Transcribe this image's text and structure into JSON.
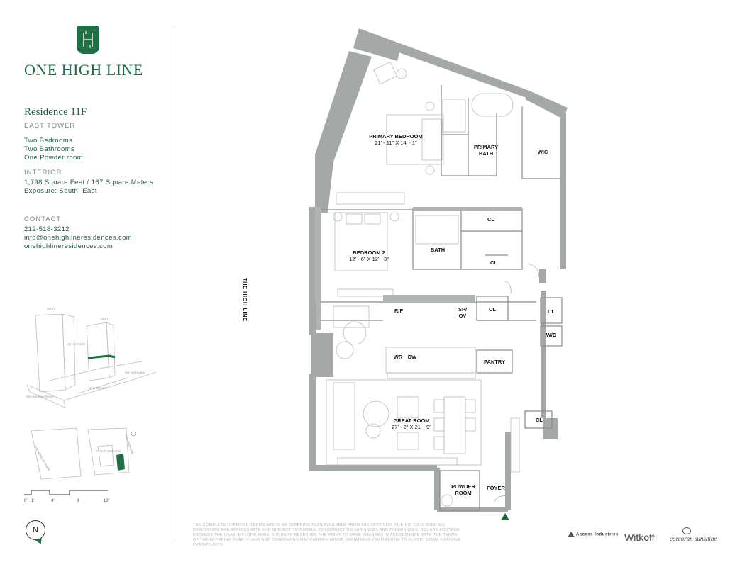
{
  "brand": {
    "logo_letters": "1H1",
    "name": "ONE HIGH LINE"
  },
  "residence": {
    "title": "Residence 11F",
    "tower": "EAST TOWER",
    "rooms_summary": [
      "Two Bedrooms",
      "Two Bathrooms",
      "One Powder room"
    ]
  },
  "interior": {
    "heading": "INTERIOR",
    "area": "1,798 Square Feet / 167 Square Meters",
    "exposure": "Exposure: South, East"
  },
  "contact": {
    "heading": "CONTACT",
    "phone": "212-518-3212",
    "email": "info@onehighlineresidences.com",
    "website": "onehighlineresidences.com"
  },
  "axon_labels": {
    "west": "WEST",
    "east": "EAST",
    "street_10th": "10TH STREET",
    "street_17th": "17TH STREET",
    "high_line": "THE HIGH LINE",
    "hudson": "THE HUDSON RIVER"
  },
  "site_labels": {
    "hudson": "THE HUDSON RIVER",
    "porte": "PORTE COCHERE",
    "high_line": "THE HIGH LINE"
  },
  "scale": [
    "0'",
    "1'",
    "4'",
    "8'",
    "12'"
  ],
  "compass": "N",
  "plan": {
    "high_line_label": "THE HIGH LINE",
    "rooms": {
      "primary_bedroom": {
        "name": "PRIMARY BEDROOM",
        "dim": "21' - 11\" X 14' - 1\""
      },
      "primary_bath": {
        "name": "PRIMARY\nBATH"
      },
      "wic": {
        "name": "WIC"
      },
      "bedroom2": {
        "name": "BEDROOM 2",
        "dim": "12' - 6\" X 12' - 3\""
      },
      "bath": {
        "name": "BATH"
      },
      "cl1": "CL",
      "cl2": "CL",
      "cl3": "CL",
      "cl4": "CL",
      "cl5": "CL",
      "wd": "W/D",
      "rf": "R/F",
      "spov": "SP/\nOV",
      "wr": "WR",
      "dw": "DW",
      "pantry": "PANTRY",
      "great_room": {
        "name": "GREAT ROOM",
        "dim": "27' - 2\" X 21' - 9\""
      },
      "powder_room": {
        "name": "POWDER\nROOM"
      },
      "foyer": {
        "name": "FOYER"
      }
    }
  },
  "disclaimer": "The complete offering terms are in an offering plan available from the sponsor. File No. CD19-0014. All dimensions are approximate and subject to normal construction variances and tolerances. Square footage exceeds the usable floor area. Sponsor reserves the right to make changes in accordance with the terms of the offering plan. Plans and dimensions may contain minor variations from floor to floor. Equal housing opportunity.",
  "partners": {
    "p1": "Access Industries",
    "p2": "Witkoff",
    "p3": "corcoran sunshine"
  },
  "colors": {
    "brand_green": "#1f6e44",
    "wall_grey": "#9ea3a1",
    "text_dark": "#111111"
  }
}
